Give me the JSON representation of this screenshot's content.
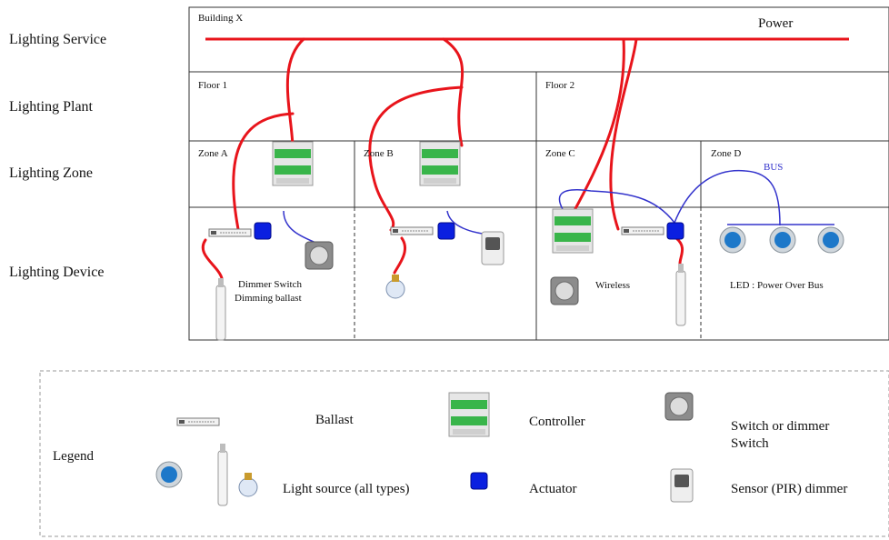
{
  "rows": {
    "service": "Lighting Service",
    "plant": "Lighting Plant",
    "zone": "Lighting Zone",
    "device": "Lighting Device"
  },
  "building": {
    "label": "Building X",
    "power": "Power"
  },
  "floors": [
    "Floor 1",
    "Floor 2"
  ],
  "zones": [
    "Zone A",
    "Zone B",
    "Zone C",
    "Zone D"
  ],
  "bus": "BUS",
  "device_labels": {
    "dimmer": "Dimmer Switch",
    "ballast": "Dimming ballast",
    "wireless": "Wireless",
    "led": "LED : Power Over Bus"
  },
  "legend": {
    "title": "Legend",
    "ballast": "Ballast",
    "controller": "Controller",
    "switch_line1": "Switch or dimmer",
    "switch_line2": "Switch",
    "light_source": "Light source (all types)",
    "actuator": "Actuator",
    "sensor": "Sensor (PIR) dimmer"
  },
  "colors": {
    "power": "#e8141b",
    "bus": "#3333cc",
    "actuator": "#0a1fe0",
    "controller": "#39b54a"
  }
}
